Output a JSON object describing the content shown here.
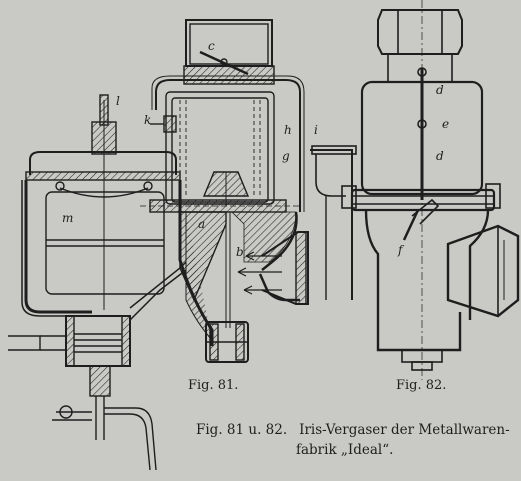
{
  "figures": {
    "fig81": {
      "label": "Fig. 81."
    },
    "fig82": {
      "label": "Fig. 82."
    }
  },
  "caption": {
    "figref": "Fig. 81 u. 82.",
    "line1": "Iris-Vergaser der Metallwaren-",
    "line2": "fabrik „Ideal“."
  },
  "part_labels": {
    "l": "l",
    "c": "c",
    "k": "k",
    "h": "h",
    "i": "i",
    "g": "g",
    "m": "m",
    "a": "a",
    "b": "b",
    "d_top": "d",
    "e": "e",
    "d_bottom": "d",
    "f": "f"
  },
  "colors": {
    "paper": "#c9c9c5",
    "ink": "#1e1e1e"
  }
}
